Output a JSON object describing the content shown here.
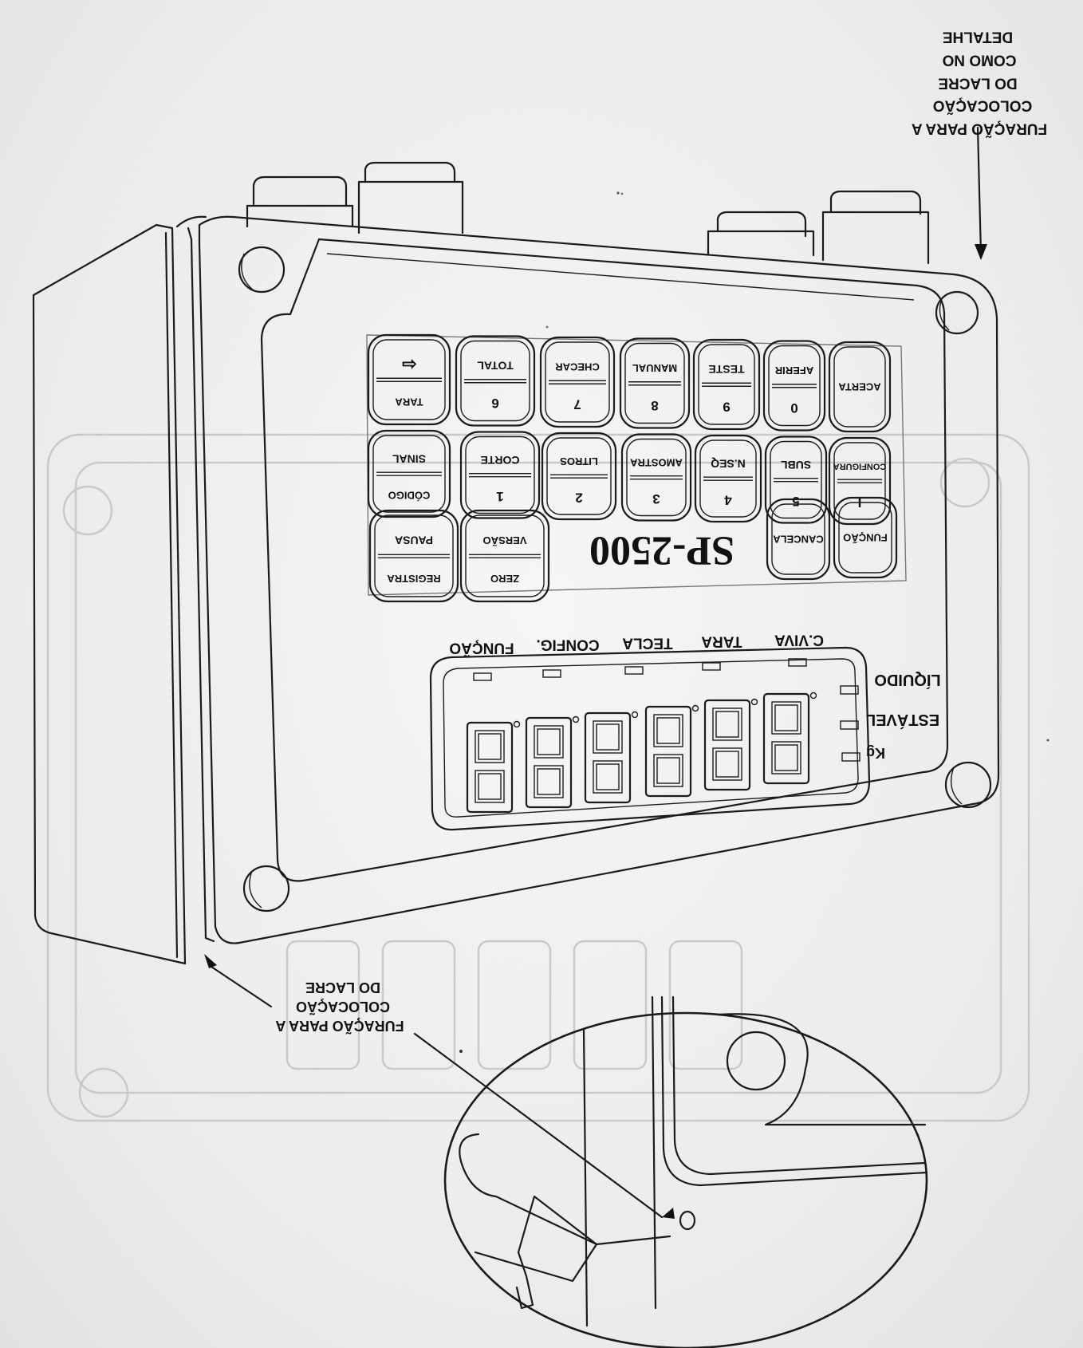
{
  "callouts": {
    "top_right": [
      "DETALHE",
      "COMO NO",
      "DO LACRE",
      "COLOCAÇÃO",
      "FURAÇÃO PARA A"
    ],
    "bottom_left": [
      "DO LACRE",
      "COLOCAÇÃO",
      "FURAÇÃO PARA A"
    ]
  },
  "keypad": {
    "row1": [
      {
        "top": "⇦",
        "bottom": "TARA"
      },
      {
        "top": "TOTAL",
        "bottom": "6"
      },
      {
        "top": "CHECAR",
        "bottom": "7"
      },
      {
        "top": "MANUAL",
        "bottom": "8"
      },
      {
        "top": "TESTE",
        "bottom": "9"
      },
      {
        "top": "AFERIR",
        "bottom": "0"
      },
      {
        "top": "ACERTA",
        "bottom": ""
      }
    ],
    "row2": [
      {
        "top": "SINAL",
        "bottom": "CÓDIGO"
      },
      {
        "top": "CORTE",
        "bottom": "1"
      },
      {
        "top": "LITROS",
        "bottom": "2"
      },
      {
        "top": "AMOSTRA",
        "bottom": "3"
      },
      {
        "top": "N.SEQ",
        "bottom": "4"
      },
      {
        "top": "SUBL",
        "bottom": "5"
      },
      {
        "top": "CONFIGURA",
        "bottom": "I"
      }
    ],
    "row3_left": [
      {
        "top": "PAUSA",
        "bottom": "REGISTRA"
      },
      {
        "top": "VERSÃO",
        "bottom": "ZERO"
      }
    ],
    "row3_right": [
      {
        "top": "CANCELA",
        "bottom": ""
      },
      {
        "top": "FUNÇÃO",
        "bottom": ""
      }
    ]
  },
  "model": "SP-2500",
  "indicator_labels": [
    "FUNÇÃO",
    "CONFIG.",
    "TECLA",
    "TARA",
    "C.VIVA"
  ],
  "side_labels": [
    "LÍQUIDO",
    "ESTÁVEL",
    "Kg"
  ]
}
